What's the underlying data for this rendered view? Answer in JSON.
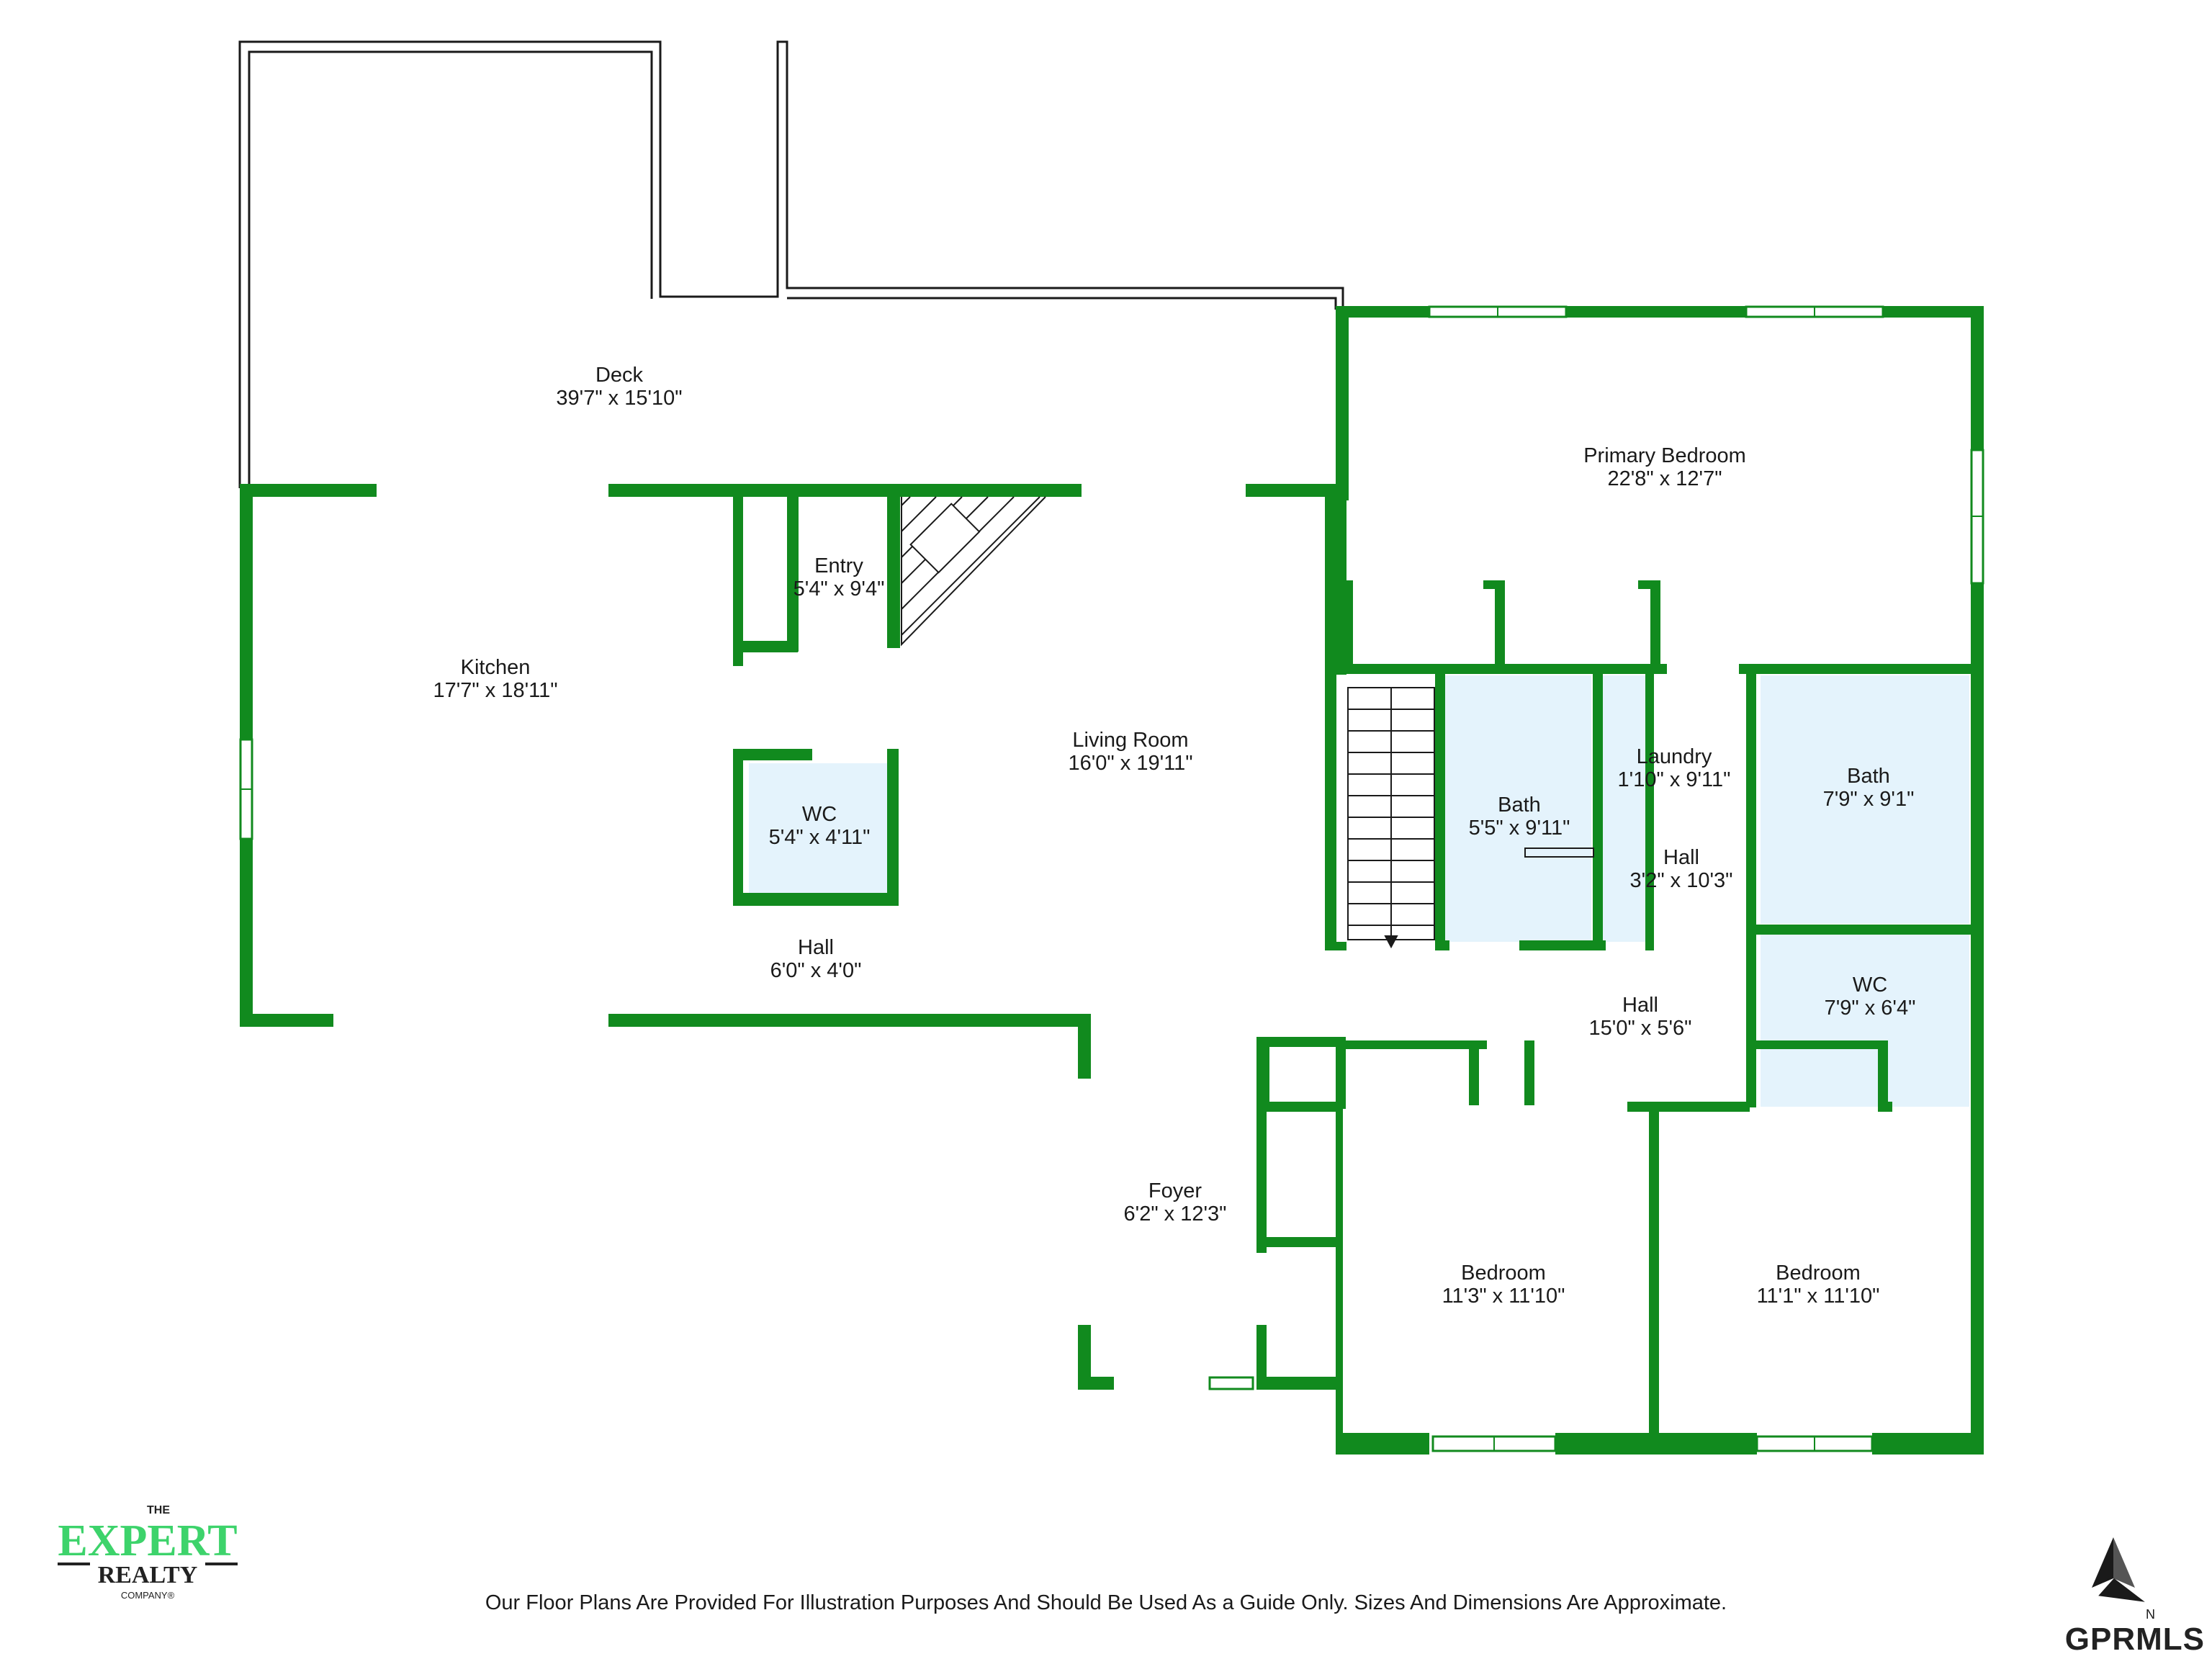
{
  "rooms": [
    {
      "id": "deck",
      "name": "Deck",
      "dims": "39'7\" x 15'10\""
    },
    {
      "id": "primary-bedroom",
      "name": "Primary Bedroom",
      "dims": "22'8\" x 12'7\""
    },
    {
      "id": "kitchen",
      "name": "Kitchen",
      "dims": "17'7\" x 18'11\""
    },
    {
      "id": "entry",
      "name": "Entry",
      "dims": "5'4\" x 9'4\""
    },
    {
      "id": "living-room",
      "name": "Living Room",
      "dims": "16'0\" x 19'11\""
    },
    {
      "id": "wc-main",
      "name": "WC",
      "dims": "5'4\" x 4'11\""
    },
    {
      "id": "hall-small",
      "name": "Hall",
      "dims": "6'0\" x 4'0\""
    },
    {
      "id": "bath-center",
      "name": "Bath",
      "dims": "5'5\" x 9'11\""
    },
    {
      "id": "laundry",
      "name": "Laundry",
      "dims": "1'10\" x 9'11\""
    },
    {
      "id": "hall-narrow",
      "name": "Hall",
      "dims": "3'2\" x 10'3\""
    },
    {
      "id": "bath-right",
      "name": "Bath",
      "dims": "7'9\" x 9'1\""
    },
    {
      "id": "wc-right",
      "name": "WC",
      "dims": "7'9\" x 6'4\""
    },
    {
      "id": "hall-wide",
      "name": "Hall",
      "dims": "15'0\" x 5'6\""
    },
    {
      "id": "foyer",
      "name": "Foyer",
      "dims": "6'2\" x 12'3\""
    },
    {
      "id": "bedroom-left",
      "name": "Bedroom",
      "dims": "11'3\" x 11'10\""
    },
    {
      "id": "bedroom-right",
      "name": "Bedroom",
      "dims": "11'1\" x 11'10\""
    }
  ],
  "disclaimer": "Our Floor Plans Are Provided For Illustration Purposes And Should Be Used As a Guide Only. Sizes And Dimensions Are Approximate.",
  "logo": {
    "line1": "THE",
    "line2": "EXPERT",
    "line3": "REALTY",
    "line4": "COMPANY®"
  },
  "brand": "GPRMLS",
  "compass_label": "N",
  "colors": {
    "wall": "#118a1e",
    "wet_room": "#e4f3fc",
    "logo_green": "#3dd36b",
    "text": "#1a1a1a"
  }
}
